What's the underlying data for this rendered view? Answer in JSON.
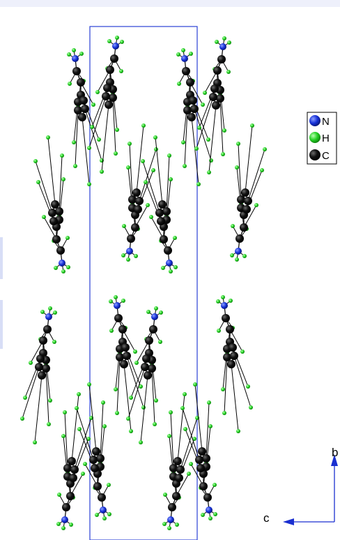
{
  "legend": {
    "items": [
      {
        "symbol": "N",
        "color": "#1530d8"
      },
      {
        "symbol": "H",
        "color": "#22d022"
      },
      {
        "symbol": "C",
        "color": "#111111"
      }
    ]
  },
  "axes": {
    "vertical_label": "b",
    "horizontal_label": "c",
    "color": "#1a2fd0"
  },
  "cell": {
    "color": "#2a3fd6"
  },
  "bond_color": "#000000"
}
